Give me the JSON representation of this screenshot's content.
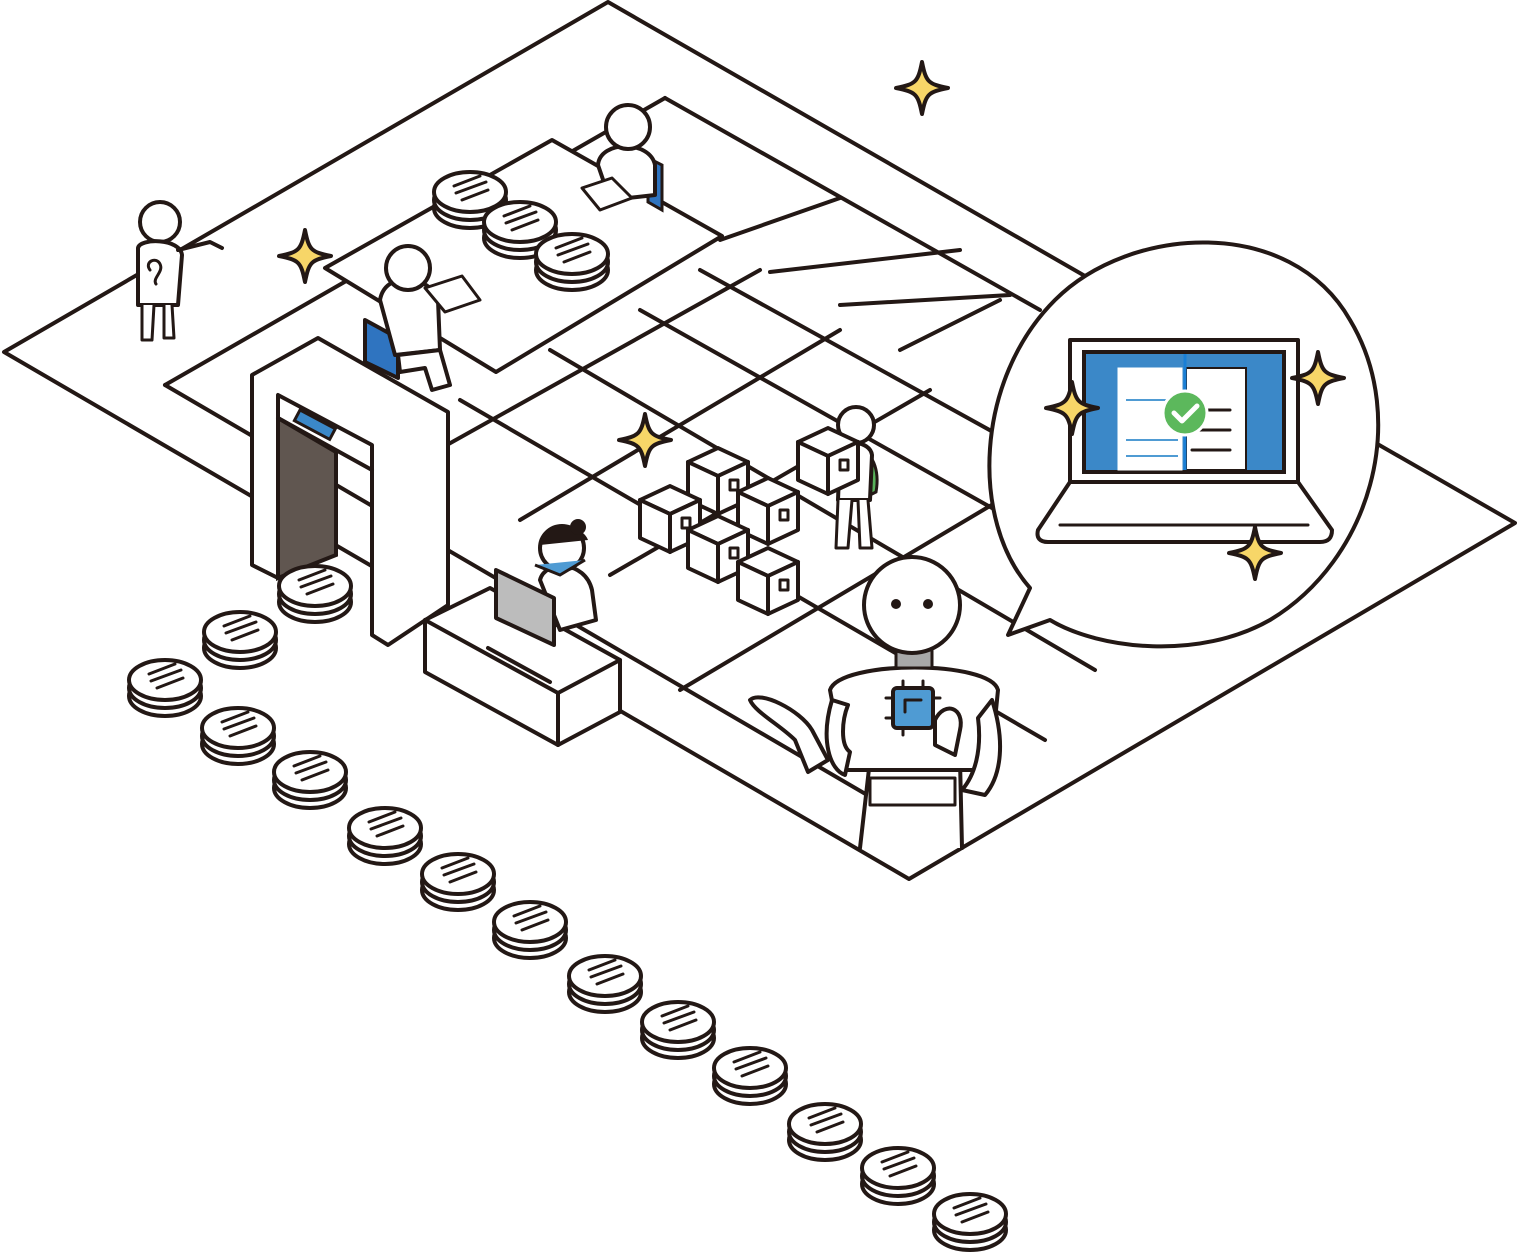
{
  "colors": {
    "line": "#231815",
    "fill": "#ffffff",
    "screen_blue": "#3b88c8",
    "chip_blue": "#4f9bd3",
    "seat_blue": "#2f74c0",
    "sparkle_yellow": "#f7d668",
    "check_green": "#5cb85c",
    "door_dark": "#605650",
    "laptop_gray": "#bcbcbc",
    "backpack_green": "#58b25a",
    "robot_gray": "#a8a8a8"
  },
  "icons": {
    "sparkle": "sparkle-icon",
    "check": "check-circle-icon",
    "chip": "chip-icon",
    "document_stack": "document-stack-icon"
  },
  "scene": {
    "description_tags": [
      "isometric-office-floor",
      "gate",
      "workers",
      "robot-assistant",
      "speech-bubble-laptop"
    ]
  }
}
